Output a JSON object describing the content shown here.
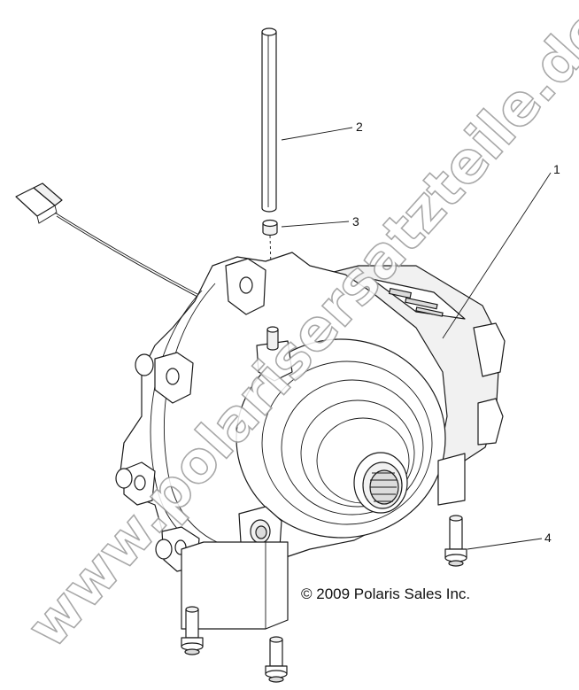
{
  "diagram": {
    "callouts": [
      {
        "id": "1",
        "label": "1"
      },
      {
        "id": "2",
        "label": "2"
      },
      {
        "id": "3",
        "label": "3"
      },
      {
        "id": "4",
        "label": "4"
      }
    ],
    "copyright": "© 2009 Polaris Sales Inc.",
    "watermark": "www.polarisersatzteile.de"
  }
}
